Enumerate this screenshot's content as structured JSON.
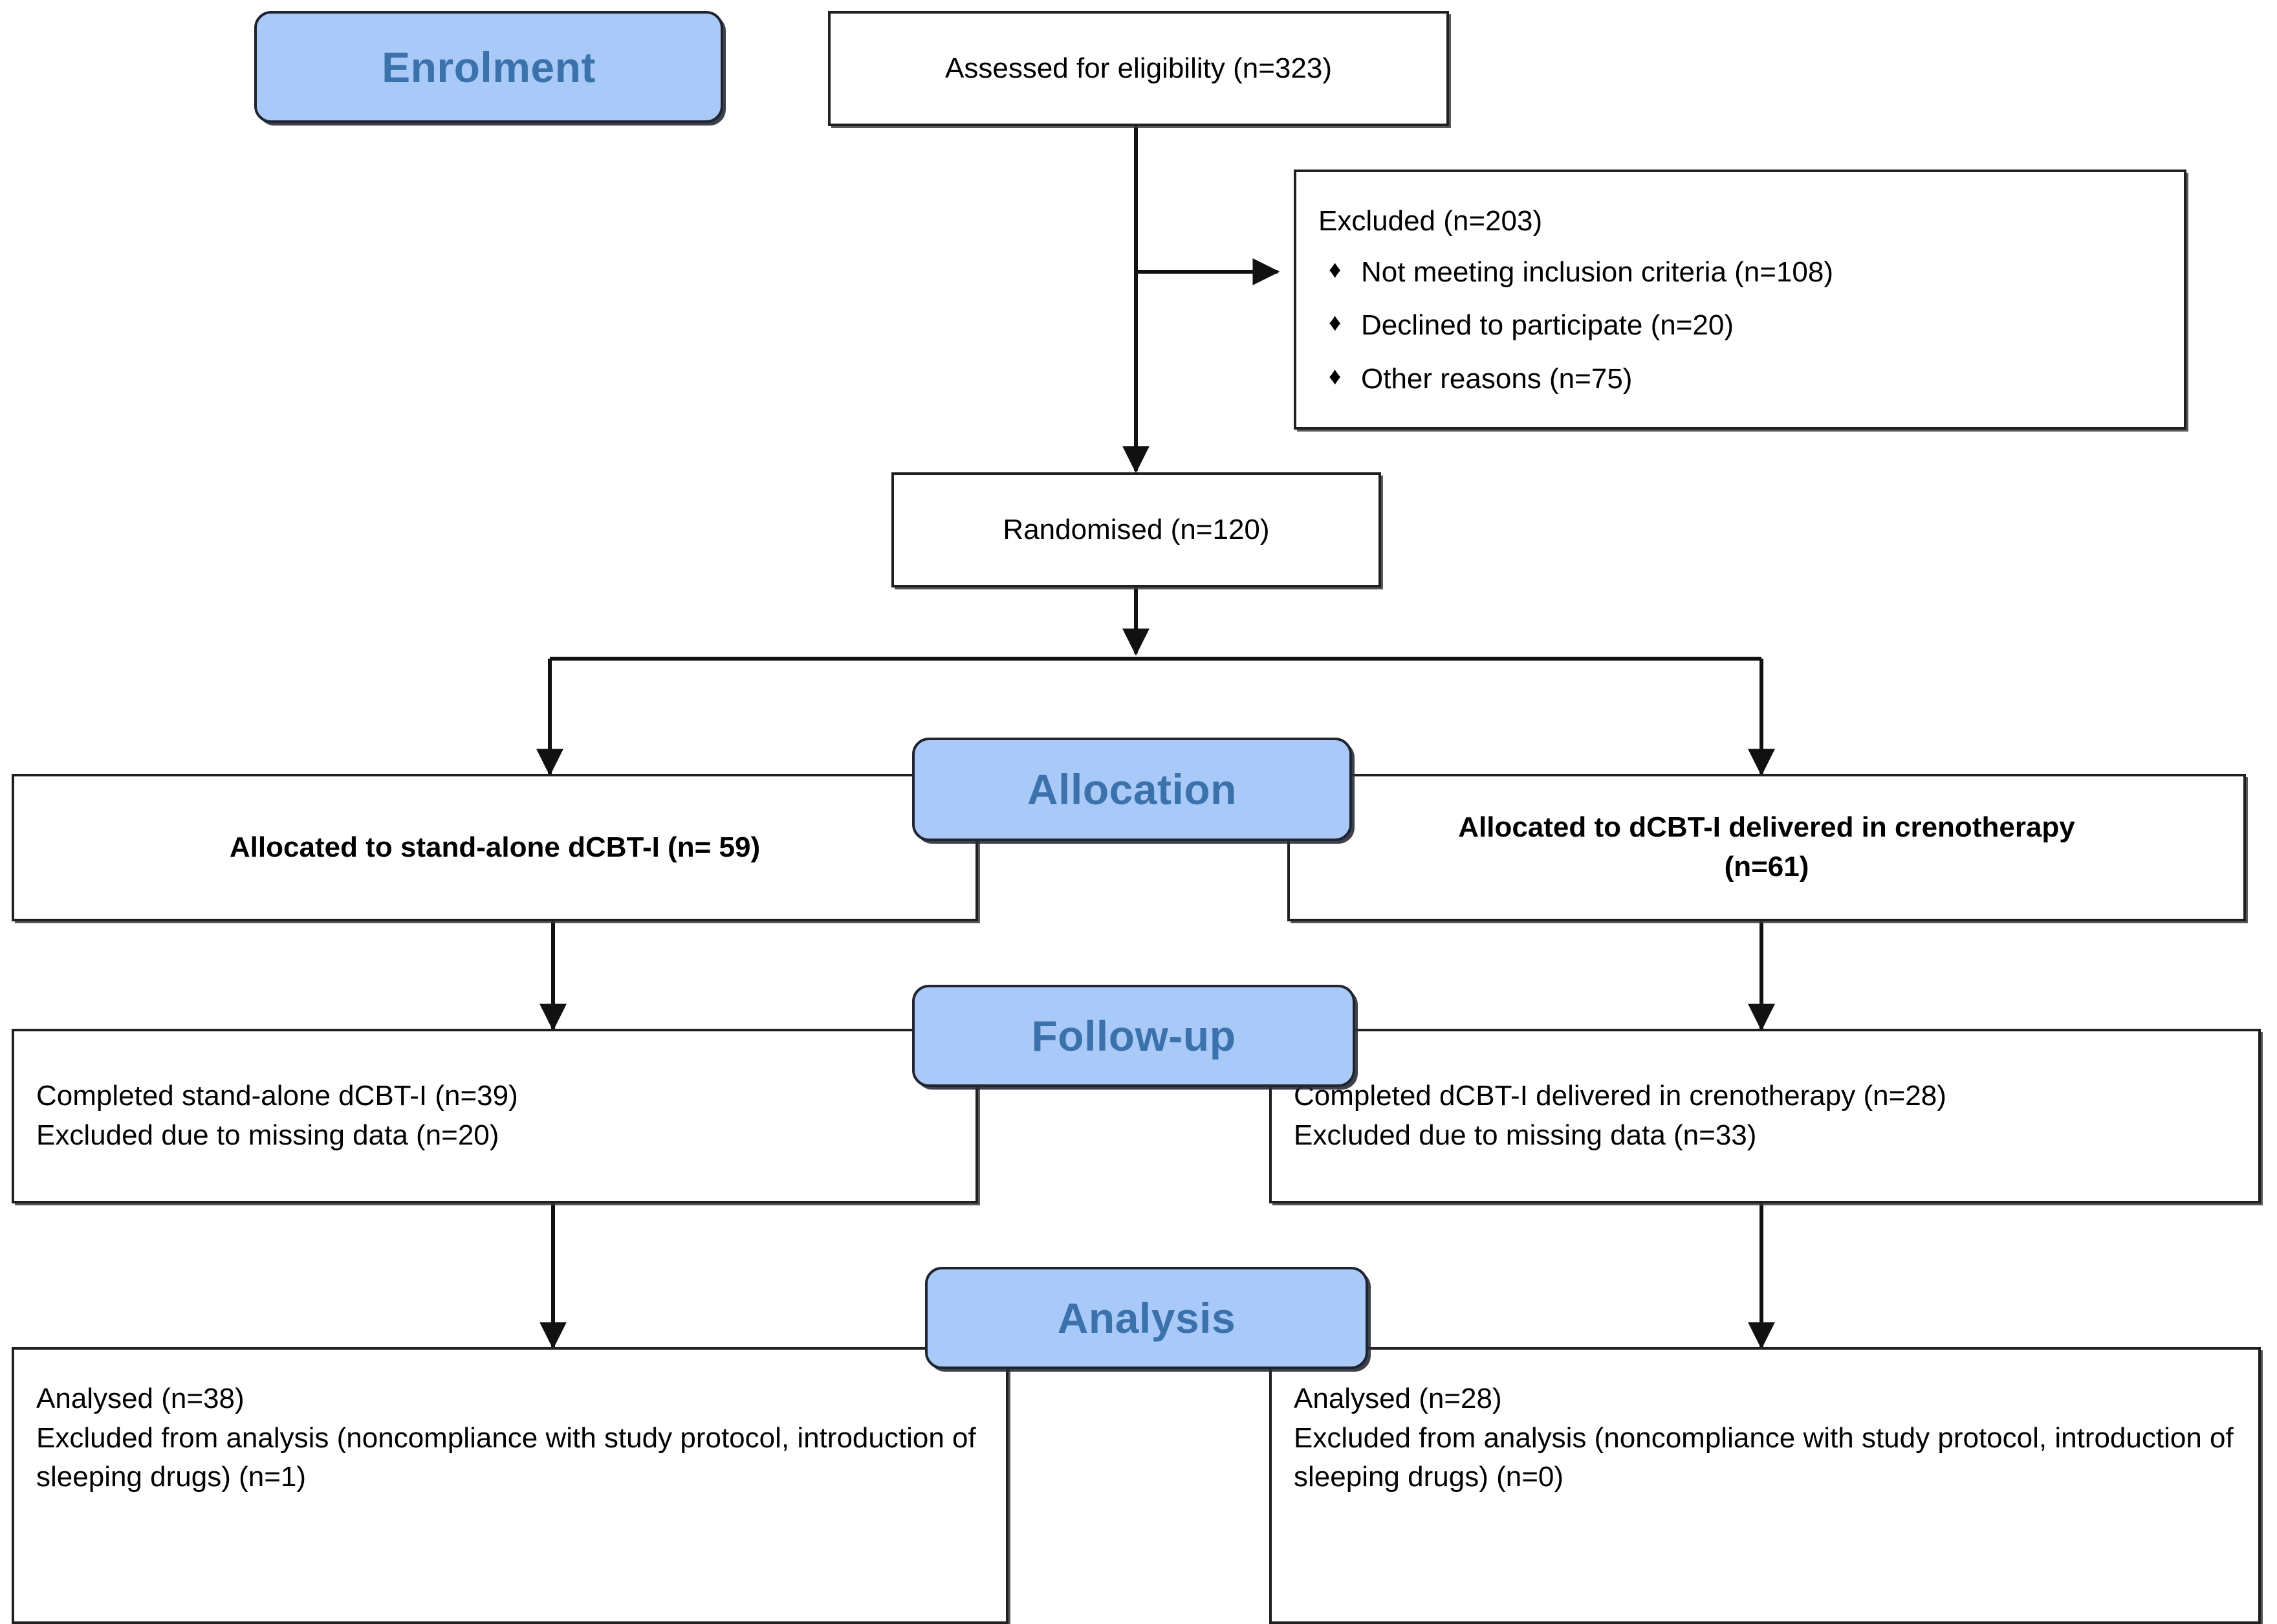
{
  "diagram": {
    "type": "consort-flow-diagram",
    "title": "CONSORT participant flow",
    "colors": {
      "pill_fill": "#a9caf8",
      "pill_text": "#3b72ab",
      "pill_border": "#1f2430",
      "box_border": "#231f20",
      "box_fill": "#ffffff",
      "text": "#000000"
    },
    "stages": [
      {
        "id": "enrolment",
        "label": "Enrolment"
      },
      {
        "id": "allocation",
        "label": "Allocation"
      },
      {
        "id": "followup",
        "label": "Follow-up"
      },
      {
        "id": "analysis",
        "label": "Analysis"
      }
    ],
    "nodes": {
      "assessed": {
        "text": "Assessed for eligibility (n=323)",
        "n": 323
      },
      "excluded": {
        "heading": "Excluded (n=203)",
        "n": 203,
        "bullet_glyph": "♦",
        "reasons": [
          {
            "text": "Not meeting inclusion criteria (n=108)",
            "n": 108
          },
          {
            "text": "Declined to participate (n=20)",
            "n": 20
          },
          {
            "text": "Other reasons (n=75)",
            "n": 75
          }
        ]
      },
      "randomised": {
        "text": "Randomised (n=120)",
        "n": 120
      },
      "alloc_left": {
        "text": "Allocated to stand-alone dCBT-I (n= 59)",
        "n": 59
      },
      "alloc_right": {
        "line1": "Allocated to dCBT-I delivered in crenotherapy",
        "line2": "(n=61)",
        "n": 61
      },
      "follow_left": {
        "line1": "Completed stand-alone dCBT-I (n=39)",
        "line2": "Excluded due to missing data (n=20)",
        "completed_n": 39,
        "excluded_n": 20
      },
      "follow_right": {
        "line1": "Completed dCBT-I delivered in crenotherapy (n=28)",
        "line2": "Excluded due to missing data (n=33)",
        "completed_n": 28,
        "excluded_n": 33
      },
      "analysis_left": {
        "line1": "Analysed (n=38)",
        "line2": "Excluded from analysis (noncompliance with study protocol, introduction of sleeping drugs) (n=1)",
        "analysed_n": 38,
        "excluded_n": 1
      },
      "analysis_right": {
        "line1": "Analysed (n=28)",
        "line2": "Excluded from analysis (noncompliance with study protocol, introduction of sleeping drugs) (n=0)",
        "analysed_n": 28,
        "excluded_n": 0
      }
    },
    "flows": [
      {
        "from": "assessed",
        "to": "randomised",
        "kind": "vertical-arrow"
      },
      {
        "from": "assessed",
        "to": "excluded",
        "kind": "elbow-right-arrow"
      },
      {
        "from": "randomised",
        "to": "alloc_left",
        "kind": "split-arrow"
      },
      {
        "from": "randomised",
        "to": "alloc_right",
        "kind": "split-arrow"
      },
      {
        "from": "alloc_left",
        "to": "follow_left",
        "kind": "vertical-arrow"
      },
      {
        "from": "alloc_right",
        "to": "follow_right",
        "kind": "vertical-arrow"
      },
      {
        "from": "follow_left",
        "to": "analysis_left",
        "kind": "vertical-arrow"
      },
      {
        "from": "follow_right",
        "to": "analysis_right",
        "kind": "vertical-arrow"
      }
    ]
  }
}
